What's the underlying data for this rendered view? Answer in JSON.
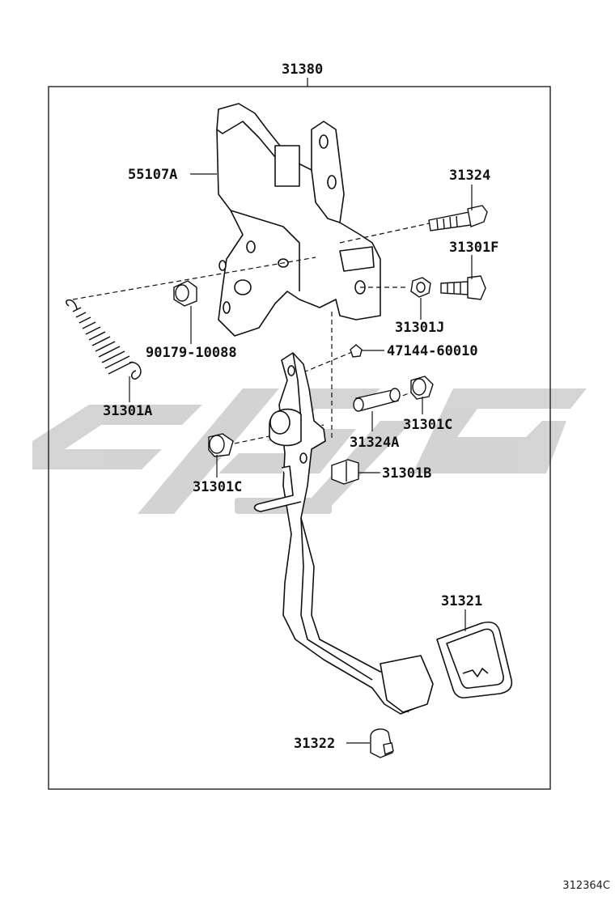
{
  "labels": {
    "assembly": "31380",
    "bracket": "55107A",
    "bolt": "31324",
    "bolt_f": "31301F",
    "nut_j": "31301J",
    "washer": "90179-10088",
    "stopper": "47144-60010",
    "spring": "31301A",
    "bushing_right": "31301C",
    "collar": "31324A",
    "bushing_left": "31301C",
    "cushion": "31301B",
    "pad": "31321",
    "clip": "31322"
  },
  "diagram_code": "312364C",
  "colors": {
    "line": "#111111",
    "watermark": "#cccccc"
  }
}
